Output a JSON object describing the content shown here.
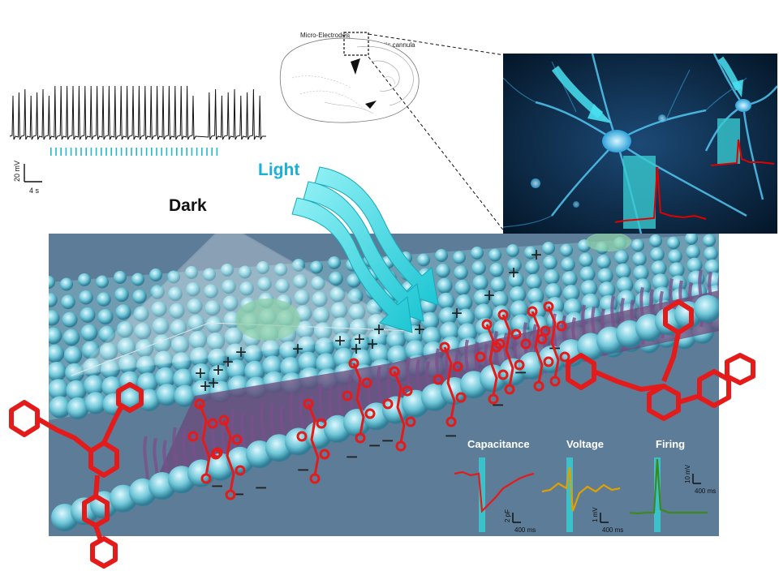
{
  "brain_diagram": {
    "label_electrodes": "Micro-Electrodes",
    "label_cannula": "Fiber optic cannula"
  },
  "trace": {
    "scale_y": "20 mV",
    "scale_x": "4 s",
    "trace_color": "#111111",
    "pulse_color": "#25b8c8",
    "spike_count": 40
  },
  "labels": {
    "light": "Light",
    "dark": "Dark"
  },
  "membrane": {
    "charge_plus": "+",
    "charge_minus": "−",
    "molecule_color": "#e31b1b",
    "background_color": "#5a7a96"
  },
  "insets": [
    {
      "title": "Capacitance",
      "scale_y": "2 pF",
      "scale_x": "400 ms",
      "color": "#e31b1b"
    },
    {
      "title": "Voltage",
      "scale_y": "1 mV",
      "scale_x": "400 ms",
      "color": "#e0a000"
    },
    {
      "title": "Firing",
      "scale_y": "10 mV",
      "scale_x": "400 ms",
      "color": "#3c8a1f"
    }
  ],
  "colors": {
    "light_arrow": "#35d6e0",
    "light_text": "#1ab0d8",
    "neuron_bg": "#0b2a48"
  }
}
